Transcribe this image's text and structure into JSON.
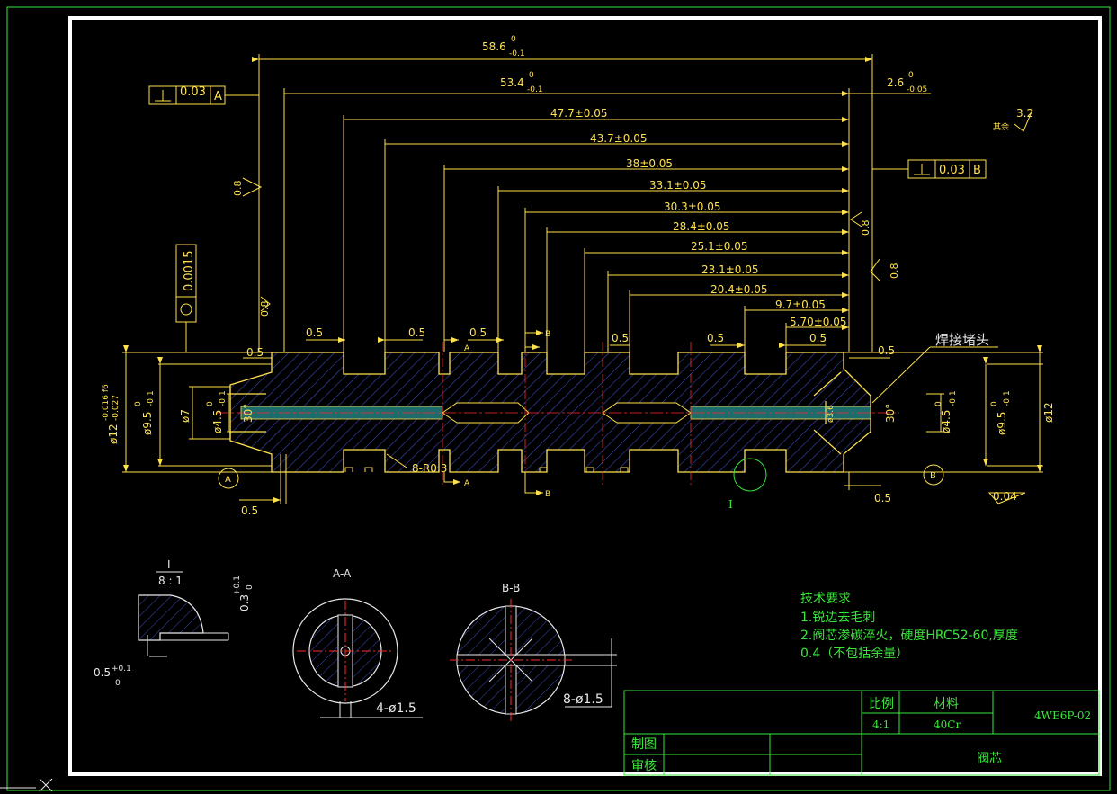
{
  "main_view": {
    "dims": {
      "d1_base": "58.6",
      "d1_up": "0",
      "d1_low": "-0.1",
      "d2_base": "53.4",
      "d2_up": "0",
      "d2_low": "-0.1",
      "d3": "47.7±0.05",
      "d4": "43.7±0.05",
      "d5": "38±0.05",
      "d6": "33.1±0.05",
      "d7": "30.3±0.05",
      "d8": "28.4±0.05",
      "d9": "25.1±0.05",
      "d10": "23.1±0.05",
      "d11": "20.4±0.05",
      "d12": "9.7±0.05",
      "d13": "5.70±0.05",
      "d_right_base": "2.6",
      "d_right_up": "0",
      "d_right_low": "-0.05",
      "half": "0.5",
      "r": "8-R0.3",
      "weld_label": "焊接堵头",
      "dia_left_12": "ø12",
      "dia_left_12_tol": "-0.016 f6",
      "dia_left_12_tol2": "-0.027",
      "dia_left_95": "ø9.5",
      "dia_left_95_up": "0",
      "dia_left_95_low": "-0.1",
      "dia_left_7": "ø7",
      "dia_left_45": "ø4.5",
      "dia_left_45_up": "0",
      "dia_left_45_low": "-0.1",
      "dia_right_45": "ø4.5",
      "dia_right_45_up": "0",
      "dia_right_45_low": "-0.1",
      "dia_right_95": "ø9.5",
      "dia_right_95_up": "0",
      "dia_right_95_low": "-0.1",
      "dia_right_12": "ø12",
      "angle": "30°",
      "weld_dia": "ø3.6",
      "flatness": "0.04",
      "round_val": "0.0015",
      "perp_left_val": "0.03",
      "perp_left_ref": "A",
      "perp_right_val": "0.03",
      "perp_right_ref": "B",
      "rough_08": "0.8",
      "rough_rest_label": "其余",
      "rough_rest": "3.2",
      "datum_a": "A",
      "datum_b": "B",
      "sect_a": "A",
      "sect_b": "B",
      "detail_marker": "I"
    },
    "lower_05": "0.5"
  },
  "detail_view": {
    "title": "I",
    "scale": "8 : 1",
    "dim1": "0.3",
    "dim1_up": "+0.1",
    "dim1_low": "0",
    "dim2": "0.5",
    "dim2_up": "+0.1",
    "dim2_low": "0"
  },
  "section_aa": {
    "title": "A-A",
    "dim": "4-ø1.5"
  },
  "section_bb": {
    "title": "B-B",
    "dim": "8-ø1.5"
  },
  "tech_req": {
    "title": "技术要求",
    "item1": "1.锐边去毛刺",
    "item2": "2.阀芯渗碳淬火，硬度HRC52-60,厚度",
    "item3": "0.4（不包括余量）"
  },
  "title_block": {
    "scale_label": "比例",
    "material_label": "材料",
    "scale": "4:1",
    "material": "40Cr",
    "drawing_no": "4WE6P-02",
    "drawn_label": "制图",
    "checked_label": "审核",
    "part_name": "阀芯"
  },
  "colors": {
    "outline": "#ffe14d",
    "text_green": "#39e639",
    "hatch": "#3a4ab8",
    "center": "#ff2a2a",
    "frame": "#ffffff",
    "bore": "#3aa6a6"
  }
}
